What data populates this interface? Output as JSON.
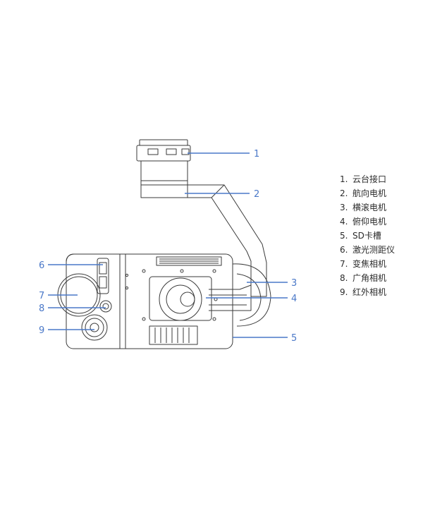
{
  "diagram": {
    "callouts": [
      "1",
      "2",
      "3",
      "4",
      "5",
      "6",
      "7",
      "8",
      "9"
    ],
    "legend": [
      {
        "num": "1.",
        "label": "云台接口"
      },
      {
        "num": "2.",
        "label": "航向电机"
      },
      {
        "num": "3.",
        "label": "横滚电机"
      },
      {
        "num": "4.",
        "label": "俯仰电机"
      },
      {
        "num": "5.",
        "label": "SD卡槽"
      },
      {
        "num": "6.",
        "label": "激光测距仪"
      },
      {
        "num": "7.",
        "label": "变焦相机"
      },
      {
        "num": "8.",
        "label": "广角相机"
      },
      {
        "num": "9.",
        "label": "红外相机"
      }
    ],
    "colors": {
      "line": "#4a78c8",
      "drawing": "#3a3a3a"
    }
  }
}
